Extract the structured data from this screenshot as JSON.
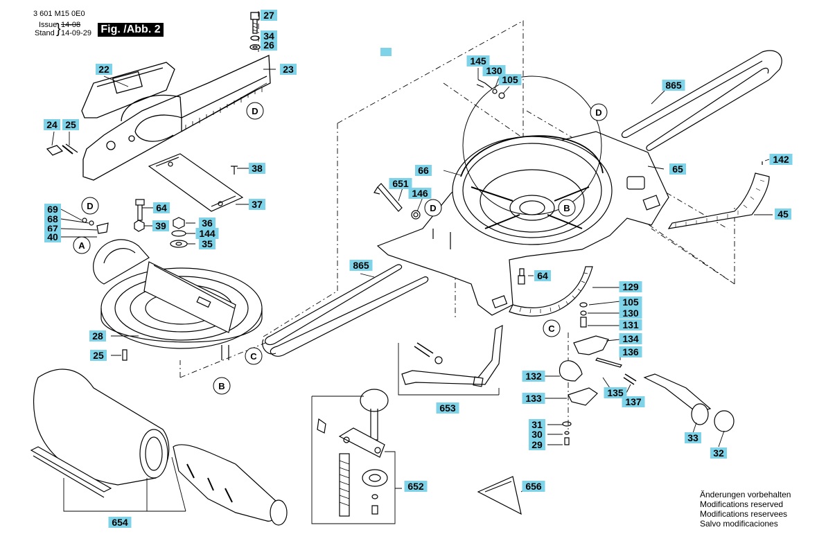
{
  "header": {
    "doc_number": "3 601 M15 0E0",
    "issue_label": "Issue",
    "issue_value": "14-08",
    "stand_label": "Stand",
    "stand_value": "14-09-29",
    "figure_tag": "Fig. /Abb. 2"
  },
  "part_labels": [
    "27",
    "34",
    "26",
    "22",
    "23",
    "24",
    "25",
    "38",
    "37",
    "64",
    "39",
    "36",
    "144",
    "35",
    "69",
    "68",
    "67",
    "40",
    "28",
    "25",
    "145",
    "130",
    "105",
    "865",
    "142",
    "66",
    "651",
    "146",
    "65",
    "45",
    "865",
    "64",
    "129",
    "105",
    "130",
    "131",
    "134",
    "136",
    "132",
    "135",
    "137",
    "133",
    "31",
    "30",
    "29",
    "33",
    "32",
    "653",
    "652",
    "656",
    "654"
  ],
  "reference_letters": [
    "D",
    "D",
    "D",
    "D",
    "B",
    "A",
    "B",
    "C",
    "C"
  ],
  "notes": [
    "Änderungen vorbehalten",
    "Modifications reserved",
    "Modifications reservees",
    "Salvo modificaciones"
  ],
  "colors": {
    "label_bg": "#7fd3e8",
    "ink": "#000000",
    "figure_tag_bg": "#000000"
  }
}
